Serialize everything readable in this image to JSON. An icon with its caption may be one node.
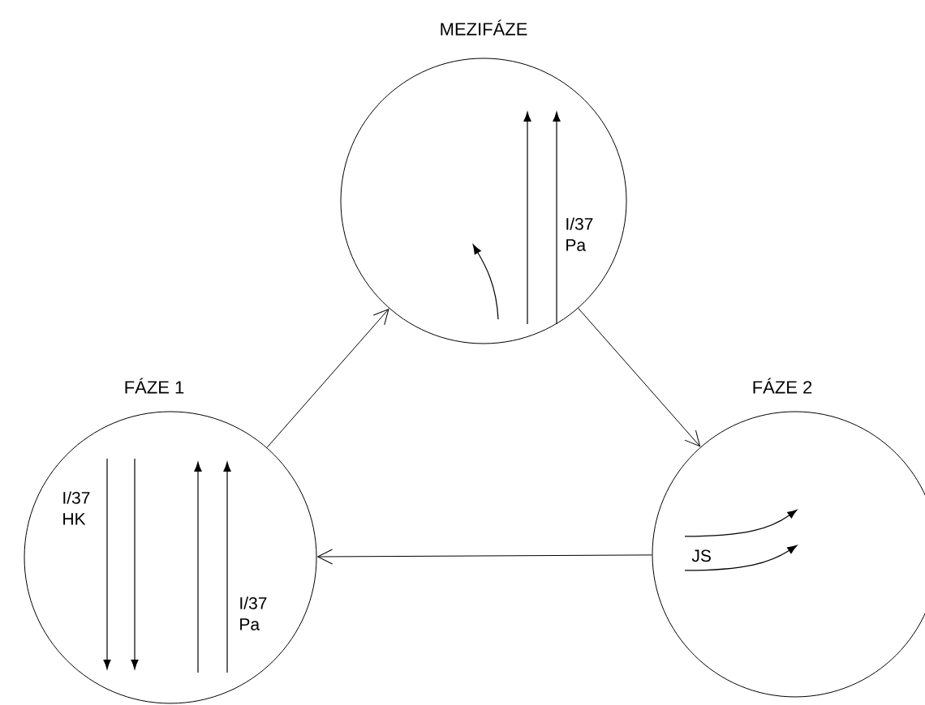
{
  "diagram": {
    "nodes": [
      {
        "text": [
          "MEZIFÁZE",
          "I/37 Pa"
        ]
      },
      {
        "text": [
          "FÁZE 1",
          "I/37 HK",
          "I/37 Pa"
        ]
      },
      {
        "text": [
          "FÁZE 2",
          "JS"
        ]
      }
    ],
    "edges": [
      {
        "from": 1,
        "to": 0,
        "arrow": "to"
      },
      {
        "from": 0,
        "to": 2,
        "arrow": "to"
      },
      {
        "from": 2,
        "to": 1,
        "arrow": "to"
      }
    ]
  }
}
